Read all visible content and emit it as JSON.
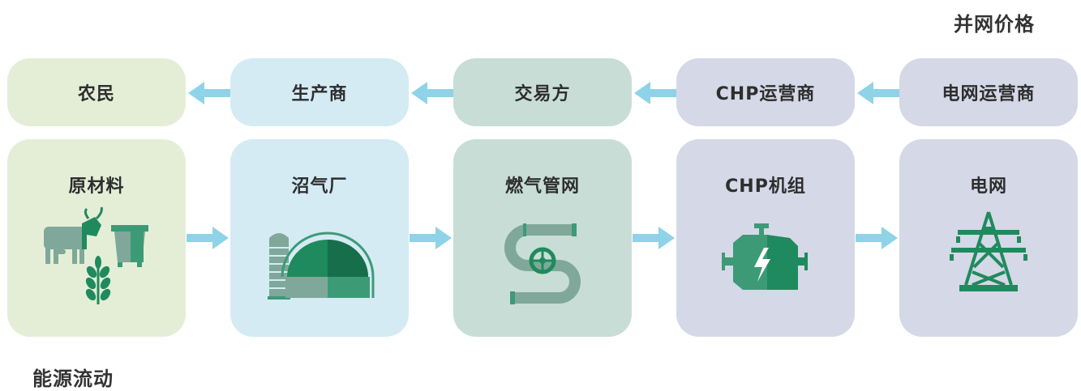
{
  "price_title": "并网价格",
  "flow_title": "能源流动",
  "money_flow": [
    {
      "label": "农民",
      "color": "#e4eed7"
    },
    {
      "label": "生产商",
      "color": "#d4ebf4"
    },
    {
      "label": "交易方",
      "color": "#c8ddd6"
    },
    {
      "label": "CHP运营商",
      "color": "#d4d8e7"
    },
    {
      "label": "电网运营商",
      "color": "#d4d8e7"
    }
  ],
  "energy_flow": [
    {
      "label": "原材料",
      "icon": "livestock-crop-icon",
      "color": "#e4eed7"
    },
    {
      "label": "沼气厂",
      "icon": "biogas-plant-icon",
      "color": "#d4ebf4"
    },
    {
      "label": "燃气管网",
      "icon": "gas-pipeline-icon",
      "color": "#c8ddd6"
    },
    {
      "label": "CHP机组",
      "icon": "chp-engine-icon",
      "color": "#d4d8e7"
    },
    {
      "label": "电网",
      "icon": "power-tower-icon",
      "color": "#d4d8e7"
    }
  ],
  "colors": {
    "arrow": "#8fd3e8",
    "icon_dark": "#1f8a5d",
    "icon_mid": "#3d9a76",
    "icon_light": "#7fa89a",
    "icon_darker": "#176e4a"
  }
}
